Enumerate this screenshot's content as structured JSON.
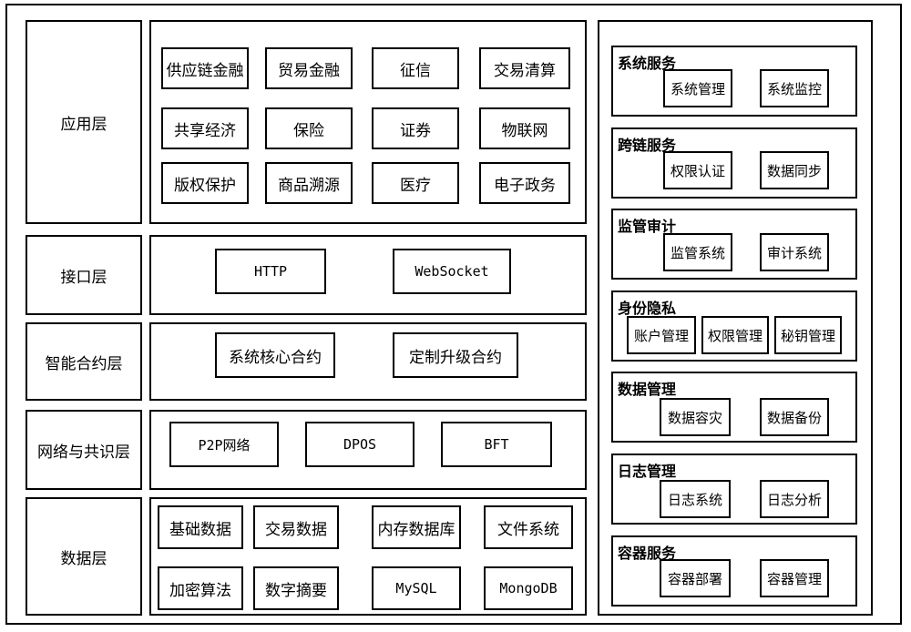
{
  "layers": [
    {
      "name": "应用层",
      "items": [
        "供应链金融",
        "贸易金融",
        "征信",
        "交易清算",
        "共享经济",
        "保险",
        "证券",
        "物联网",
        "版权保护",
        "商品溯源",
        "医疗",
        "电子政务"
      ]
    },
    {
      "name": "接口层",
      "items": [
        "HTTP",
        "WebSocket"
      ]
    },
    {
      "name": "智能合约层",
      "items": [
        "系统核心合约",
        "定制升级合约"
      ]
    },
    {
      "name": "网络与共识层",
      "items": [
        "P2P网络",
        "DPOS",
        "BFT"
      ]
    },
    {
      "name": "数据层",
      "items": [
        "基础数据",
        "交易数据",
        "内存数据库",
        "文件系统",
        "加密算法",
        "数字摘要",
        "MySQL",
        "MongoDB"
      ]
    }
  ],
  "services": [
    {
      "title": "系统服务",
      "items": [
        "系统管理",
        "系统监控"
      ]
    },
    {
      "title": "跨链服务",
      "items": [
        "权限认证",
        "数据同步"
      ]
    },
    {
      "title": "监管审计",
      "items": [
        "监管系统",
        "审计系统"
      ]
    },
    {
      "title": "身份隐私",
      "items": [
        "账户管理",
        "权限管理",
        "秘钥管理"
      ]
    },
    {
      "title": "数据管理",
      "items": [
        "数据容灾",
        "数据备份"
      ]
    },
    {
      "title": "日志管理",
      "items": [
        "日志系统",
        "日志分析"
      ]
    },
    {
      "title": "容器服务",
      "items": [
        "容器部署",
        "容器管理"
      ]
    }
  ]
}
